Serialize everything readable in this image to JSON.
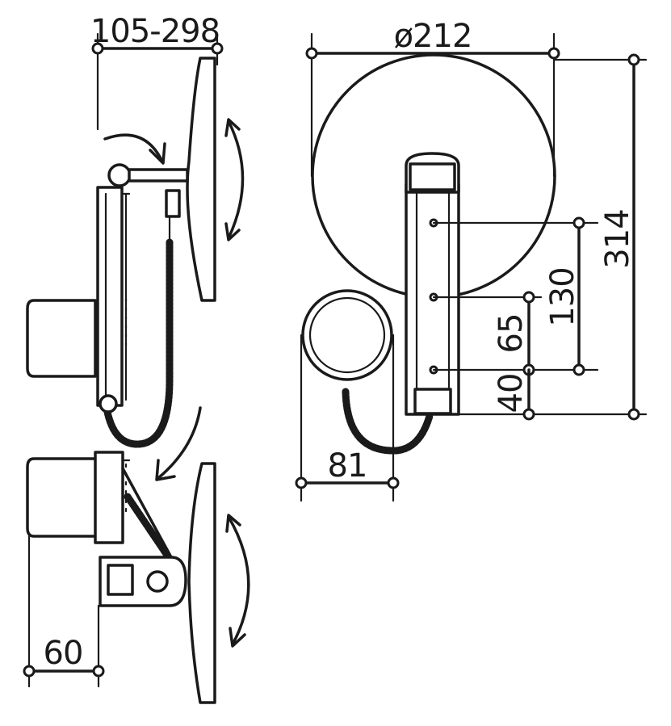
{
  "dimensions": {
    "projection_range": "105-298",
    "mirror_diameter": "ø212",
    "total_height": "314",
    "spacing_130": "130",
    "spacing_65": "65",
    "spacing_40": "40",
    "ring_width": "81",
    "wall_depth": "60"
  }
}
